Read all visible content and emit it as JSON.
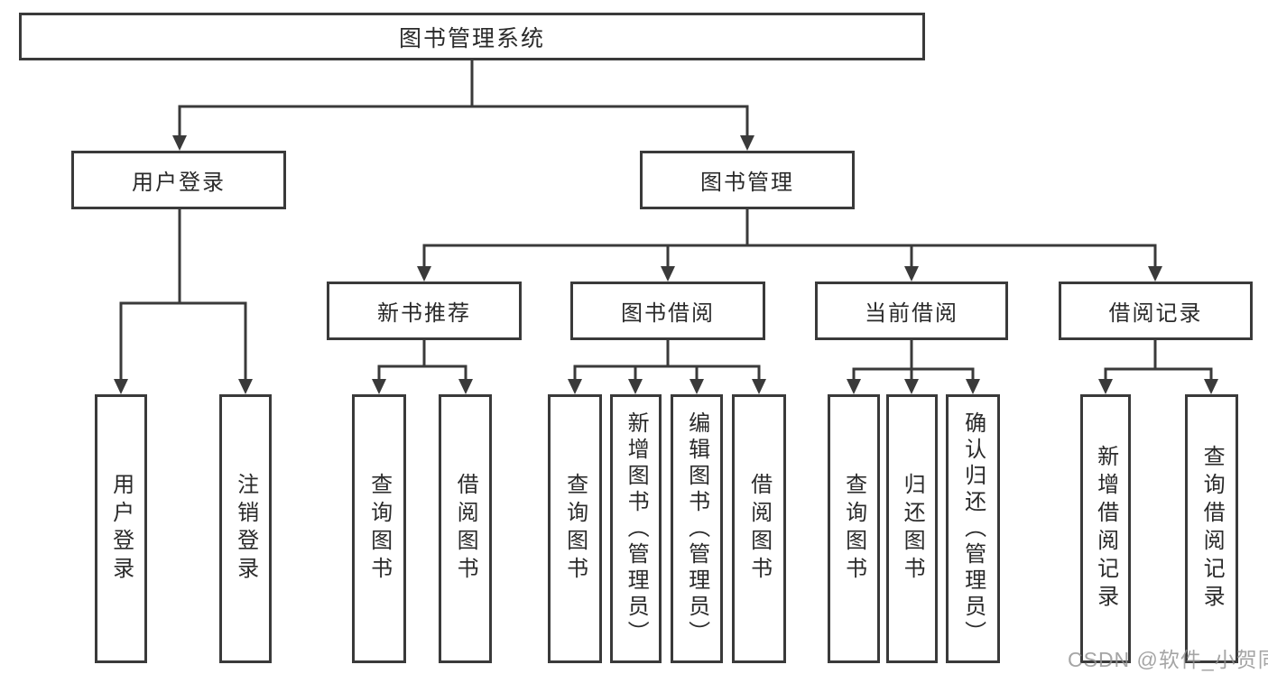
{
  "title": {
    "label": "图书管理系统"
  },
  "level2": [
    {
      "label": "用户登录"
    },
    {
      "label": "图书管理"
    }
  ],
  "level3": [
    {
      "label": "新书推荐"
    },
    {
      "label": "图书借阅"
    },
    {
      "label": "当前借阅"
    },
    {
      "label": "借阅记录"
    }
  ],
  "leaves": {
    "user_login_group": [
      {
        "label": "用户登录"
      },
      {
        "label": "注销登录"
      }
    ],
    "new_book_group": [
      {
        "label": "查询图书"
      },
      {
        "label": "借阅图书"
      }
    ],
    "book_borrow_group": [
      {
        "label": "查询图书"
      },
      {
        "label": "新增图书（管理员）"
      },
      {
        "label": "编辑图书（管理员）"
      },
      {
        "label": "借阅图书"
      }
    ],
    "current_borrow_group": [
      {
        "label": "查询图书"
      },
      {
        "label": "归还图书"
      },
      {
        "label": "确认归还（管理员）"
      }
    ],
    "borrow_record_group": [
      {
        "label": "新增借阅记录"
      },
      {
        "label": "查询借阅记录"
      }
    ]
  },
  "watermark": "CSDN @软件_小贺同学",
  "colors": {
    "line": "#3a3a3a",
    "box_border": "#3a3a3a",
    "text": "#2a2a2a",
    "background": "#ffffff",
    "watermark": "#919191"
  }
}
